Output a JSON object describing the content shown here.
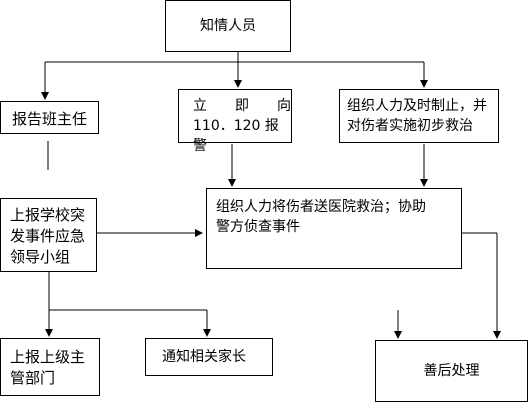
{
  "nodes": {
    "informant": "知情人员",
    "report_teacher": "报告班主任",
    "call_police_line1": "立　　即　　向",
    "call_police_line2": "110．120 报警",
    "organize_aid_line1": "组织人力及时制止，并",
    "organize_aid_line2": "对伤者实施初步救治",
    "hospital_line1": "组织人力将伤者送医院救治；协助",
    "hospital_line2": "警方侦查事件",
    "school_team_line1": "上报学校突",
    "school_team_line2": "发事件应急",
    "school_team_line3": "领导小组",
    "report_superior_line1": "上报上级主",
    "report_superior_line2": "管部门",
    "notify_parents": "通知相关家长",
    "aftermath": "善后处理"
  },
  "colors": {
    "line": "#000000",
    "box_border": "#000000",
    "background": "#ffffff"
  }
}
